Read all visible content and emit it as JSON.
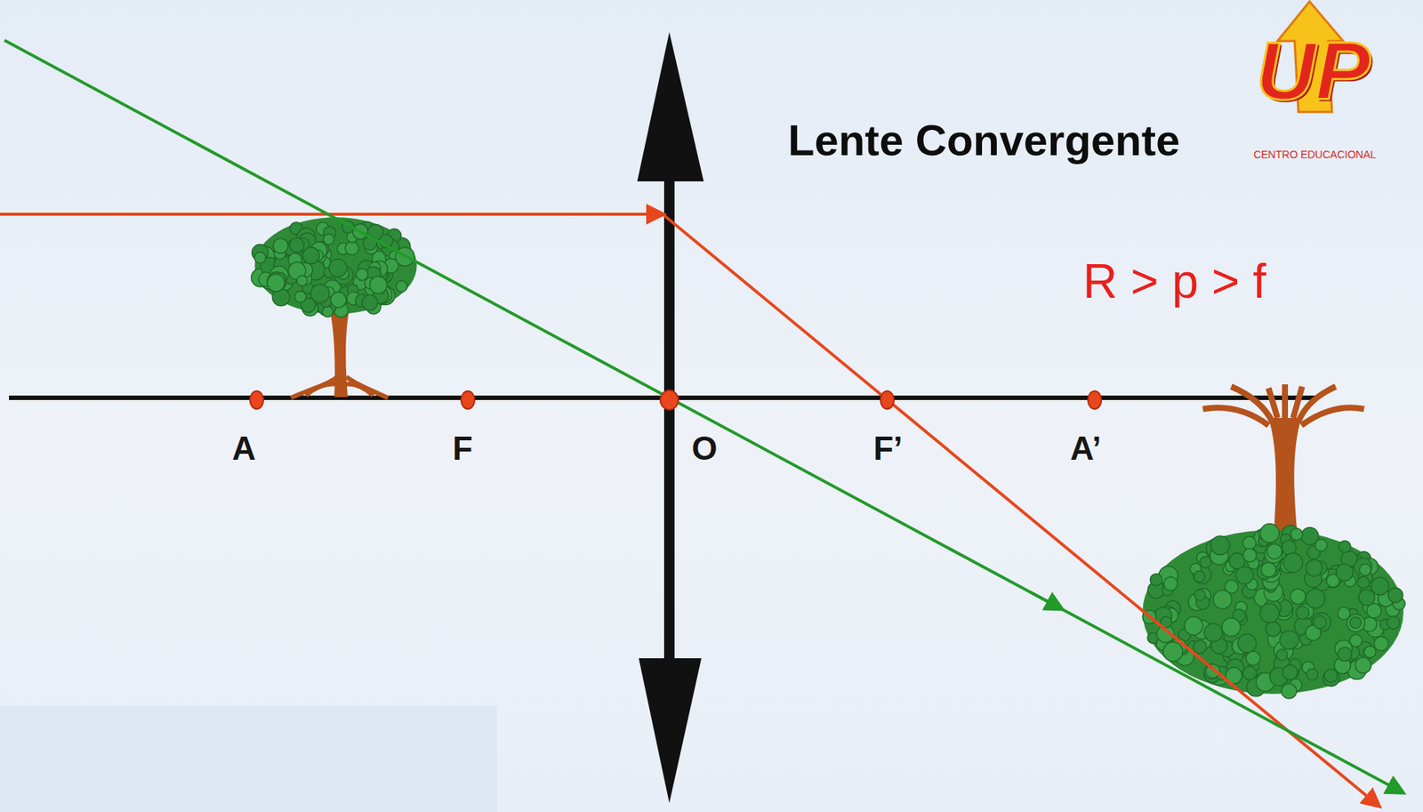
{
  "diagram": {
    "title": "Lente Convergente",
    "labels": [
      "UP",
      "CENTRO EDUCACIONAL",
      "R > p > f",
      "A",
      "F",
      "O",
      "F’",
      "A’"
    ]
  }
}
